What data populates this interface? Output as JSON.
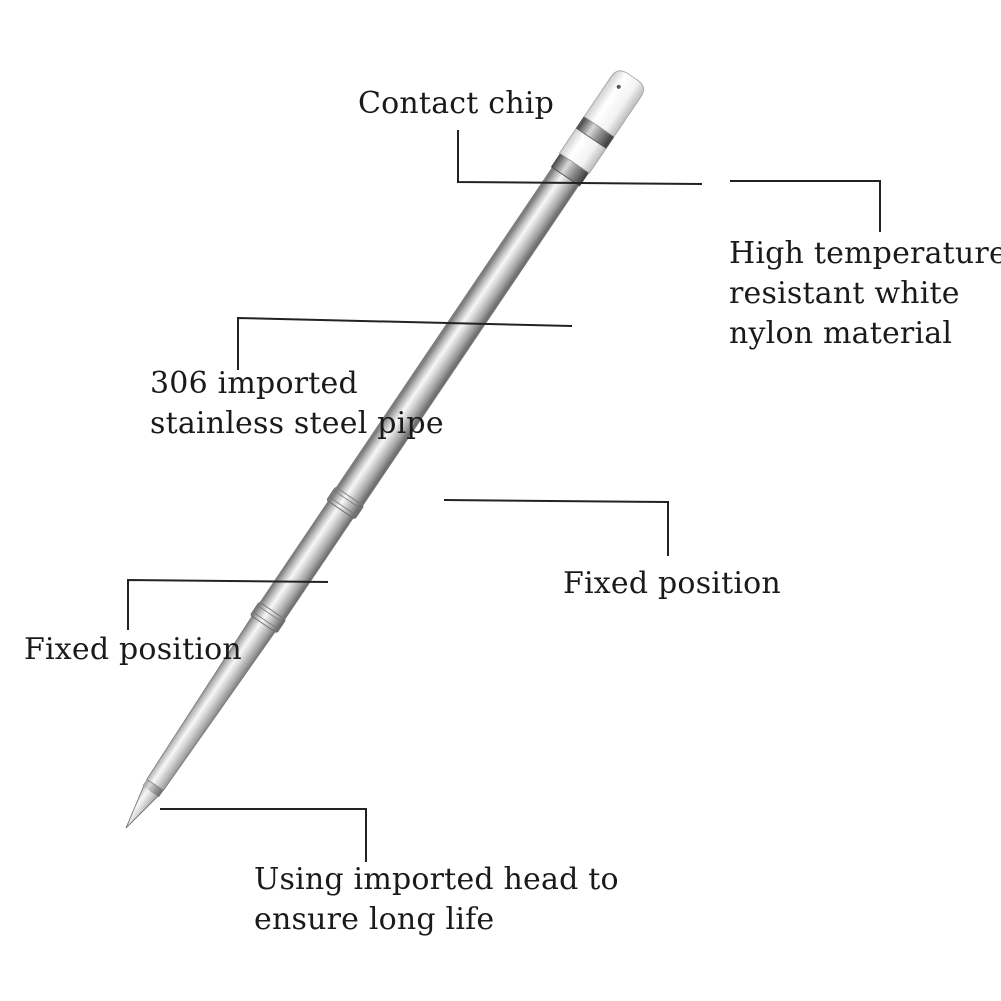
{
  "labels": {
    "contact_chip": "Contact chip",
    "nylon": [
      "High temperature",
      "resistant white",
      "nylon material"
    ],
    "pipe": [
      "306 imported",
      "stainless steel pipe"
    ],
    "fixed_right": "Fixed position",
    "fixed_left": "Fixed position",
    "head": [
      "Using imported head to",
      "ensure long life"
    ]
  },
  "colors": {
    "leader_line": "#222222",
    "steel_light": "#f2f2f2",
    "steel_mid": "#c8c8c8",
    "steel_dark": "#8a8a8a",
    "nylon_white": "#fafafa"
  }
}
